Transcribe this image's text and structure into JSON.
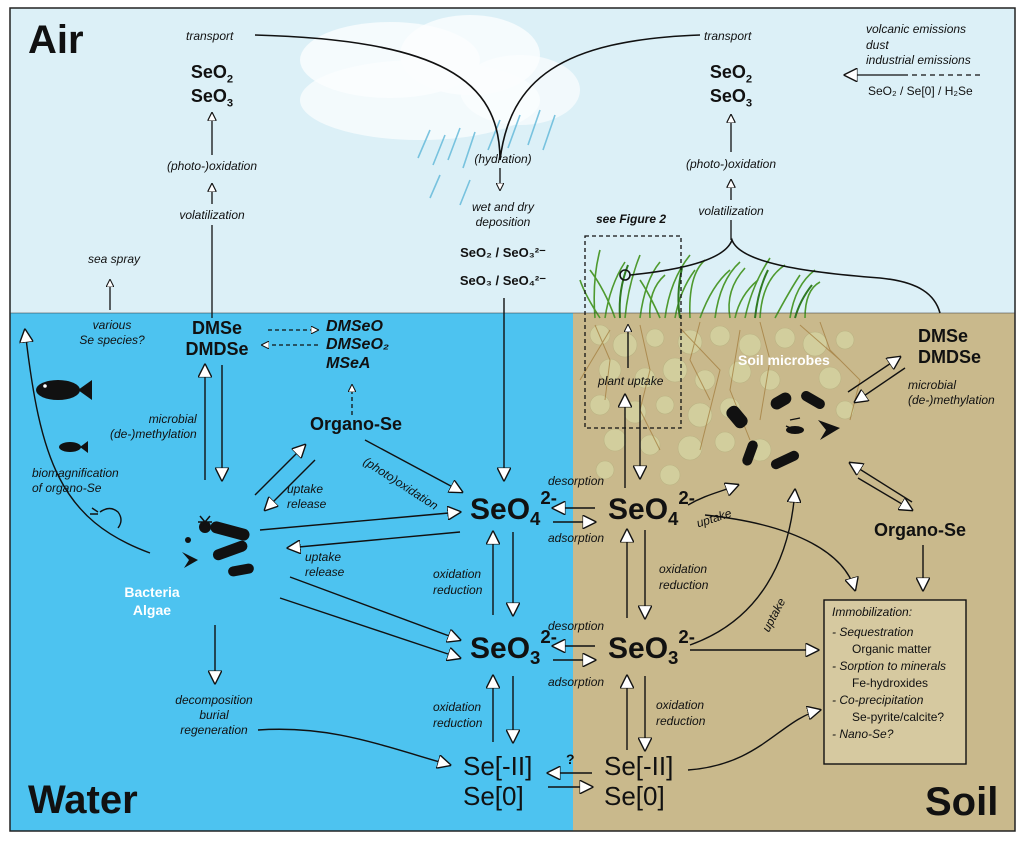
{
  "regions": {
    "air": "Air",
    "water": "Water",
    "soil": "Soil"
  },
  "air": {
    "left": {
      "transport": "transport",
      "species_1": "SeO",
      "species_1_sub": "2",
      "species_2": "SeO",
      "species_2_sub": "3",
      "photo_oxidation": "(photo-)oxidation",
      "volatilization": "volatilization",
      "sea_spray": "sea spray"
    },
    "right": {
      "transport": "transport",
      "species_1": "SeO",
      "species_1_sub": "2",
      "species_2": "SeO",
      "species_2_sub": "3",
      "photo_oxidation": "(photo-)oxidation",
      "volatilization": "volatilization"
    },
    "emissions": [
      "volcanic emissions",
      "dust",
      "industrial emissions"
    ],
    "emission_species": "SeO₂ / Se[0] / H₂Se",
    "hydration": "(hydration)",
    "deposition": [
      "wet and dry",
      "deposition"
    ],
    "deposition_species_1": "SeO₂ / SeO₃²⁻",
    "deposition_species_2": "SeO₃ / SeO₄²⁻",
    "see_figure": "see Figure 2"
  },
  "water": {
    "various_species": [
      "various",
      "Se species?"
    ],
    "dmse": "DMSe",
    "dmdse": "DMDSe",
    "oxidized_methyl": [
      "DMSeO",
      "DMSeO₂",
      "MSeA"
    ],
    "organo_se": "Organo-Se",
    "photo_oxidation": "(photo)oxidation",
    "methylation": [
      "microbial",
      "(de-)methylation"
    ],
    "uptake_release_1": [
      "uptake",
      "release"
    ],
    "uptake_release_2": [
      "uptake",
      "release"
    ],
    "biomagnification": [
      "biomagnification",
      "of organo-Se"
    ],
    "bacteria_algae": [
      "Bacteria",
      "Algae"
    ],
    "decomposition": [
      "decomposition",
      "burial",
      "regeneration"
    ],
    "selenate": {
      "base": "SeO",
      "sub": "4",
      "sup": "2-"
    },
    "selenite": {
      "base": "SeO",
      "sub": "3",
      "sup": "2-"
    },
    "oxidation_reduction_1": [
      "oxidation",
      "reduction"
    ],
    "oxidation_reduction_2": [
      "oxidation",
      "reduction"
    ],
    "se_reduced": [
      "Se[-II]",
      "Se[0]"
    ]
  },
  "interface": {
    "desorption_1": "desorption",
    "adsorption_1": "adsorption",
    "desorption_2": "desorption",
    "adsorption_2": "adsorption",
    "question": "?"
  },
  "soil": {
    "plant_uptake": "plant uptake",
    "soil_microbes": "Soil microbes",
    "dmse": "DMSe",
    "dmdse": "DMDSe",
    "methylation": [
      "microbial",
      "(de-)methylation"
    ],
    "organo_se": "Organo-Se",
    "selenate": {
      "base": "SeO",
      "sub": "4",
      "sup": "2-"
    },
    "selenite": {
      "base": "SeO",
      "sub": "3",
      "sup": "2-"
    },
    "oxidation_reduction_1": [
      "oxidation",
      "reduction"
    ],
    "oxidation_reduction_2": [
      "oxidation",
      "reduction"
    ],
    "uptake_1": "uptake",
    "uptake_2": "uptake",
    "se_reduced": [
      "Se[-II]",
      "Se[0]"
    ],
    "immobilization": {
      "title": "Immobilization:",
      "items": [
        "- Sequestration",
        "Organic matter",
        "- Sorption to minerals",
        "Fe-hydroxides",
        "- Co-precipitation",
        "Se-pyrite/calcite?",
        "- Nano-Se?"
      ]
    }
  },
  "colors": {
    "air": "#dcf0f7",
    "water": "#4dc3f0",
    "soil": "#c9b98c",
    "frame": "#222222",
    "grass": "#4e9a2f",
    "immobilization_box": "#d6c9a0"
  }
}
